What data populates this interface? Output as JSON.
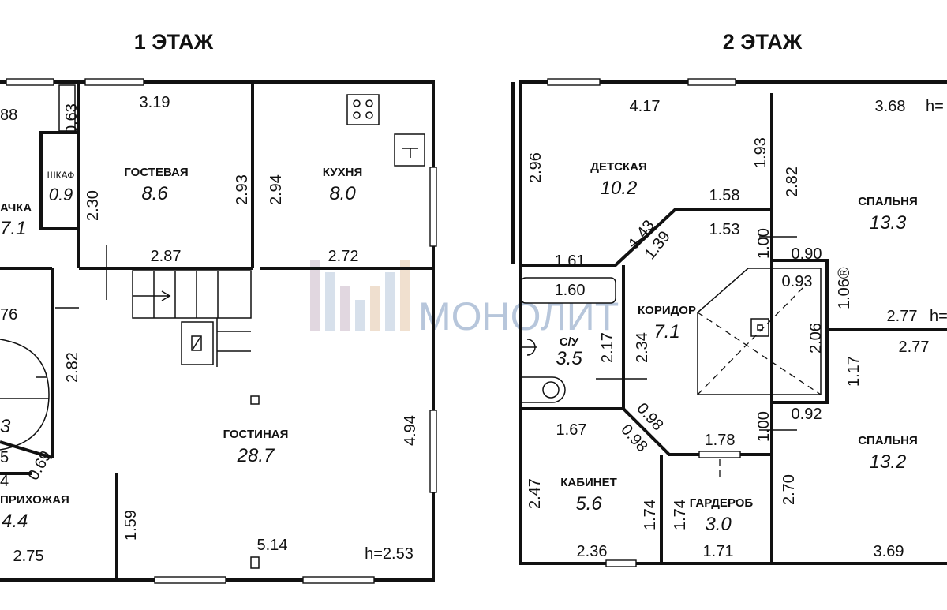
{
  "floor1": {
    "title": "1 ЭТАЖ",
    "height": "h=2.53",
    "rooms": {
      "gostevaya": {
        "name": "ГОСТЕВАЯ",
        "area": "8.6"
      },
      "kukhnya": {
        "name": "КУХНЯ",
        "area": "8.0"
      },
      "shkaf": {
        "name": "ШКАФ",
        "area": "0.9"
      },
      "topochnaya": {
        "name": "АЧКА",
        "area": "7.1"
      },
      "gostinaya": {
        "name": "ГОСТИНАЯ",
        "area": "28.7"
      },
      "prikhozhaya": {
        "name": "ПРИХОЖАЯ",
        "area": "4.4"
      },
      "cut_room": {
        "area": "3"
      }
    },
    "dims": {
      "d88": "88",
      "d063": "0.63",
      "d319": "3.19",
      "d230": "2.30",
      "d293": "2.93",
      "d294": "2.94",
      "d287": "2.87",
      "d272": "2.72",
      "d76": "76",
      "d282": "2.82",
      "d494": "4.94",
      "d069": "0.69",
      "d5": "5",
      "d4": "4",
      "d159": "1.59",
      "d275": "2.75",
      "d514": "5.14"
    }
  },
  "floor2": {
    "title": "2 ЭТАЖ",
    "height1": "h=",
    "height2": "h=",
    "rooms": {
      "detskaya": {
        "name": "ДЕТСКАЯ",
        "area": "10.2"
      },
      "spalnya1": {
        "name": "СПАЛЬНЯ",
        "area": "13.3"
      },
      "koridor": {
        "name": "КОРИДОР",
        "area": "7.1"
      },
      "su": {
        "name": "С/У",
        "area": "3.5"
      },
      "spalnya2": {
        "name": "СПАЛЬНЯ",
        "area": "13.2"
      },
      "kabinet": {
        "name": "КАБИНЕТ",
        "area": "5.6"
      },
      "garderob": {
        "name": "ГАРДЕРОБ",
        "area": "3.0"
      }
    },
    "dims": {
      "d417": "4.17",
      "d368": "3.68",
      "d296": "2.96",
      "d193": "1.93",
      "d282": "2.82",
      "d158": "1.58",
      "d143": "1.43",
      "d139": "1.39",
      "d153": "1.53",
      "d100a": "1.00",
      "d090": "0.90",
      "d161": "1.61",
      "d106": "1.06®",
      "d160": "1.60",
      "d093": "0.93",
      "d277a": "2.77",
      "d234": "2.34",
      "d217": "2.17",
      "d206": "2.06",
      "d277b": "2.77",
      "d117": "1.17",
      "d098a": "0.98",
      "d098b": "0.98",
      "d100b": "1.00",
      "d092": "0.92",
      "d167": "1.67",
      "d178": "1.78",
      "d247": "2.47",
      "d174a": "1.74",
      "d174b": "1.74",
      "d270": "2.70",
      "d236": "2.36",
      "d171": "1.71",
      "d369": "3.69"
    }
  },
  "watermark": {
    "text": "МОНОЛИТ",
    "color": "#9fb4cf"
  }
}
